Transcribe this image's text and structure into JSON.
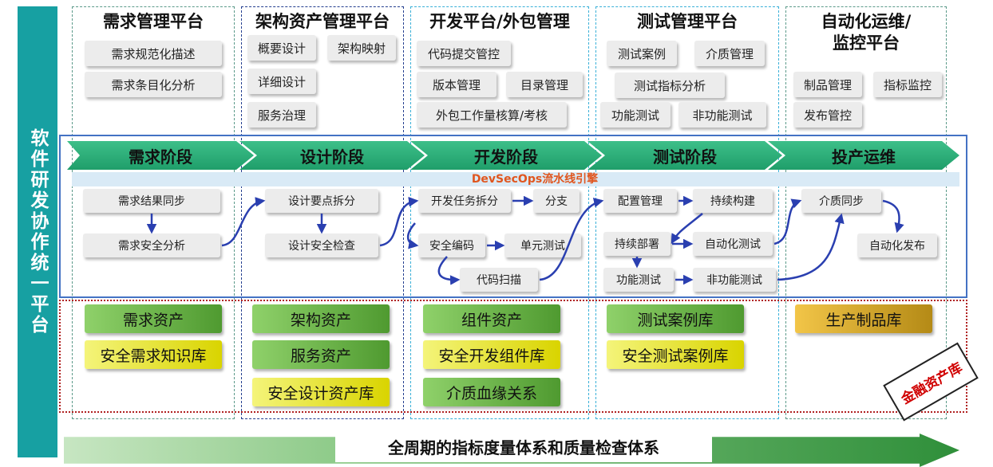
{
  "side_title": "软件研发协作统一平台",
  "platforms": [
    {
      "title": "需求管理平台",
      "items": [
        "需求规范化描述",
        "需求条目化分析"
      ]
    },
    {
      "title": "架构资产管理平台",
      "items": [
        "概要设计",
        "架构映射",
        "详细设计",
        "服务治理"
      ]
    },
    {
      "title": "开发平台/外包管理",
      "items": [
        "代码提交管控",
        "版本管理",
        "目录管理",
        "外包工作量核算/考核"
      ]
    },
    {
      "title": "测试管理平台",
      "items": [
        "测试案例",
        "介质管理",
        "测试指标分析",
        "功能测试",
        "非功能测试"
      ]
    },
    {
      "title": "自动化运维/监控平台",
      "title_lines": [
        "自动化运维/",
        "监控平台"
      ],
      "items": [
        "制品管理",
        "指标监控",
        "发布管控"
      ]
    }
  ],
  "stages": [
    "需求阶段",
    "设计阶段",
    "开发阶段",
    "测试阶段",
    "投产运维"
  ],
  "pipeline_label": "DevSecOps流水线引擎",
  "flow_steps": {
    "req": [
      "需求结果同步",
      "需求安全分析"
    ],
    "design": [
      "设计要点拆分",
      "设计安全检查"
    ],
    "dev": [
      "开发任务拆分",
      "分支",
      "安全编码",
      "单元测试",
      "代码扫描"
    ],
    "test": [
      "配置管理",
      "持续构建",
      "持续部署",
      "自动化测试",
      "功能测试",
      "非功能测试"
    ],
    "ops": [
      "介质同步",
      "自动化发布"
    ]
  },
  "assets": {
    "req": [
      "需求资产",
      "安全需求知识库"
    ],
    "design": [
      "架构资产",
      "服务资产",
      "安全设计资产库"
    ],
    "dev": [
      "组件资产",
      "安全开发组件库",
      "介质血缘关系"
    ],
    "test": [
      "测试案例库",
      "安全测试案例库"
    ],
    "ops": [
      "生产制品库"
    ]
  },
  "finance_stamp": "金融资产库",
  "bottom_label": "全周期的指标度量体系和质量检查体系",
  "colors": {
    "side_bar": "#17a0a2",
    "stage_green": "#1f9e6a",
    "frame_blue": "#4472c4",
    "arrow_blue": "#2a3fb0",
    "asset_frame_red": "#b02020",
    "pipeline_text": "#e0561f"
  }
}
